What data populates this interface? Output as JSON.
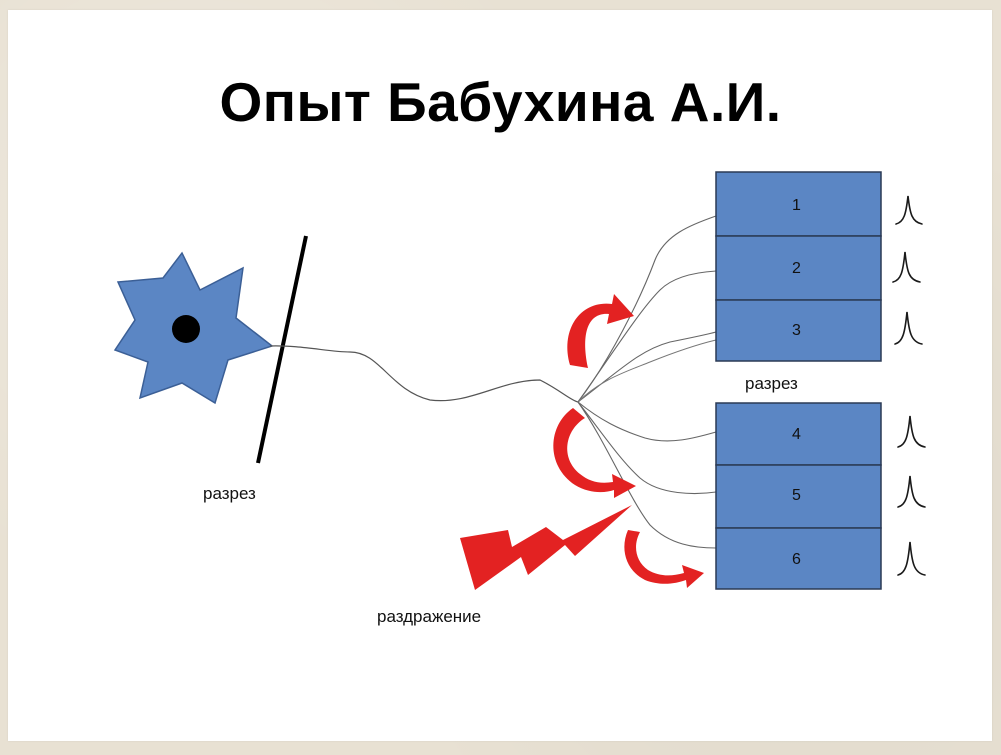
{
  "title": "Опыт Бабухина А.И.",
  "labels": {
    "cut_left": "разрез",
    "cut_right": "разрез",
    "stimulus": "раздражение"
  },
  "blocks": [
    "1",
    "2",
    "3",
    "4",
    "5",
    "6"
  ],
  "colors": {
    "neuron": "#5b86c4",
    "block": "#5b86c4",
    "arrow": "#e32222",
    "stroke": "#2b3a55",
    "background": "#e8e1d3"
  }
}
